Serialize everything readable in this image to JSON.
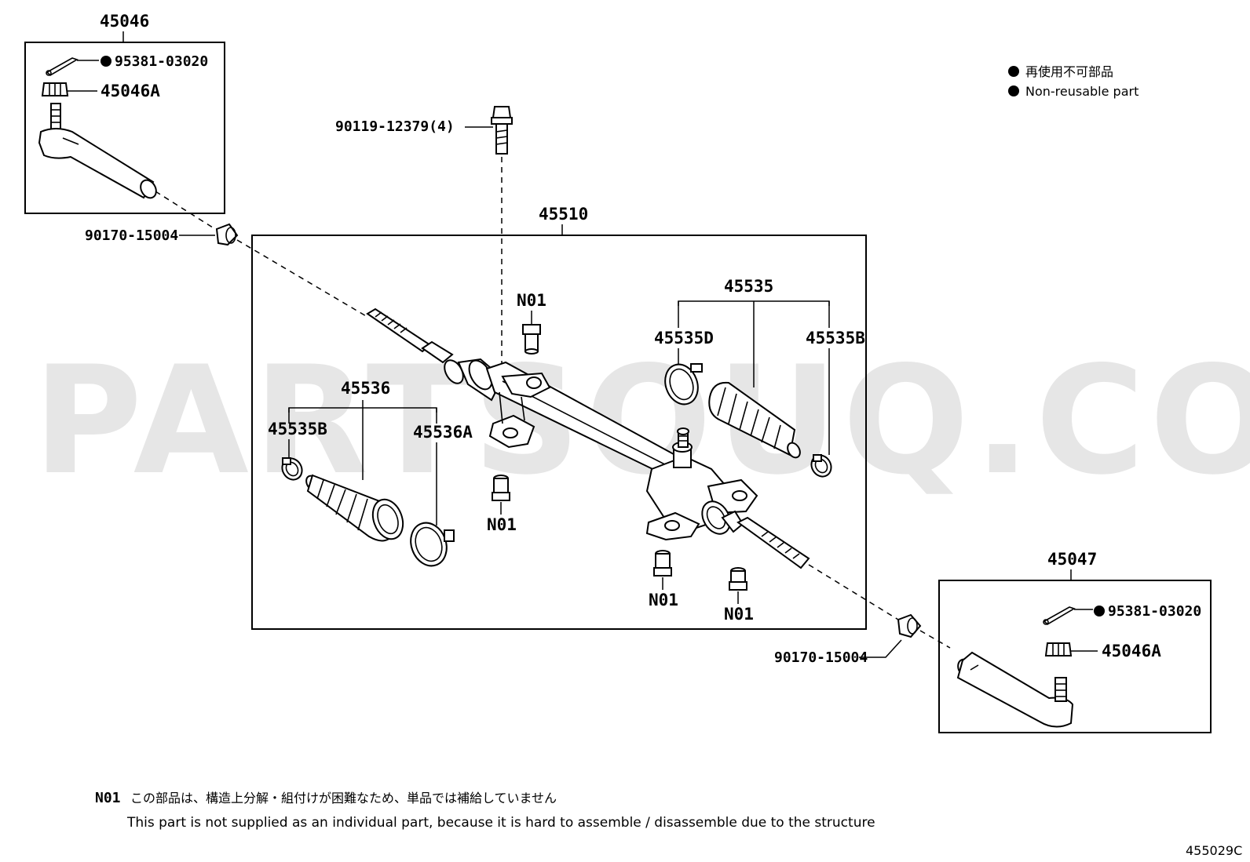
{
  "watermark": "PARTSOUQ.COM",
  "legend": {
    "jp": "再使用不可部品",
    "en": "Non-reusable part"
  },
  "parts": {
    "tie_rod_end_left": "45046",
    "tie_rod_end_right": "45047",
    "cotter_pin_left": "95381-03020",
    "cotter_pin_right": "95381-03020",
    "nut_left": "45046A",
    "nut_right": "45046A",
    "bolt": "90119-12379(4)",
    "cap_left": "90170-15004",
    "cap_right": "90170-15004",
    "gear_assembly": "45510",
    "boot_kit_right": "45535",
    "clamp_45535D": "45535D",
    "clamp_45535B_right": "45535B",
    "boot_kit_left": "45536",
    "clamp_45535B_left": "45535B",
    "clamp_45536A": "45536A",
    "bushing_1": "N01",
    "bushing_2": "N01",
    "bushing_3": "N01",
    "bushing_4": "N01"
  },
  "footnote": {
    "marker": "N01",
    "jp": "この部品は、構造上分解・組付けが困難なため、単品では補給していません",
    "en": "This part is not supplied as an individual part, because it is hard to assemble / disassemble due to the structure"
  },
  "diagram_code": "455029C"
}
